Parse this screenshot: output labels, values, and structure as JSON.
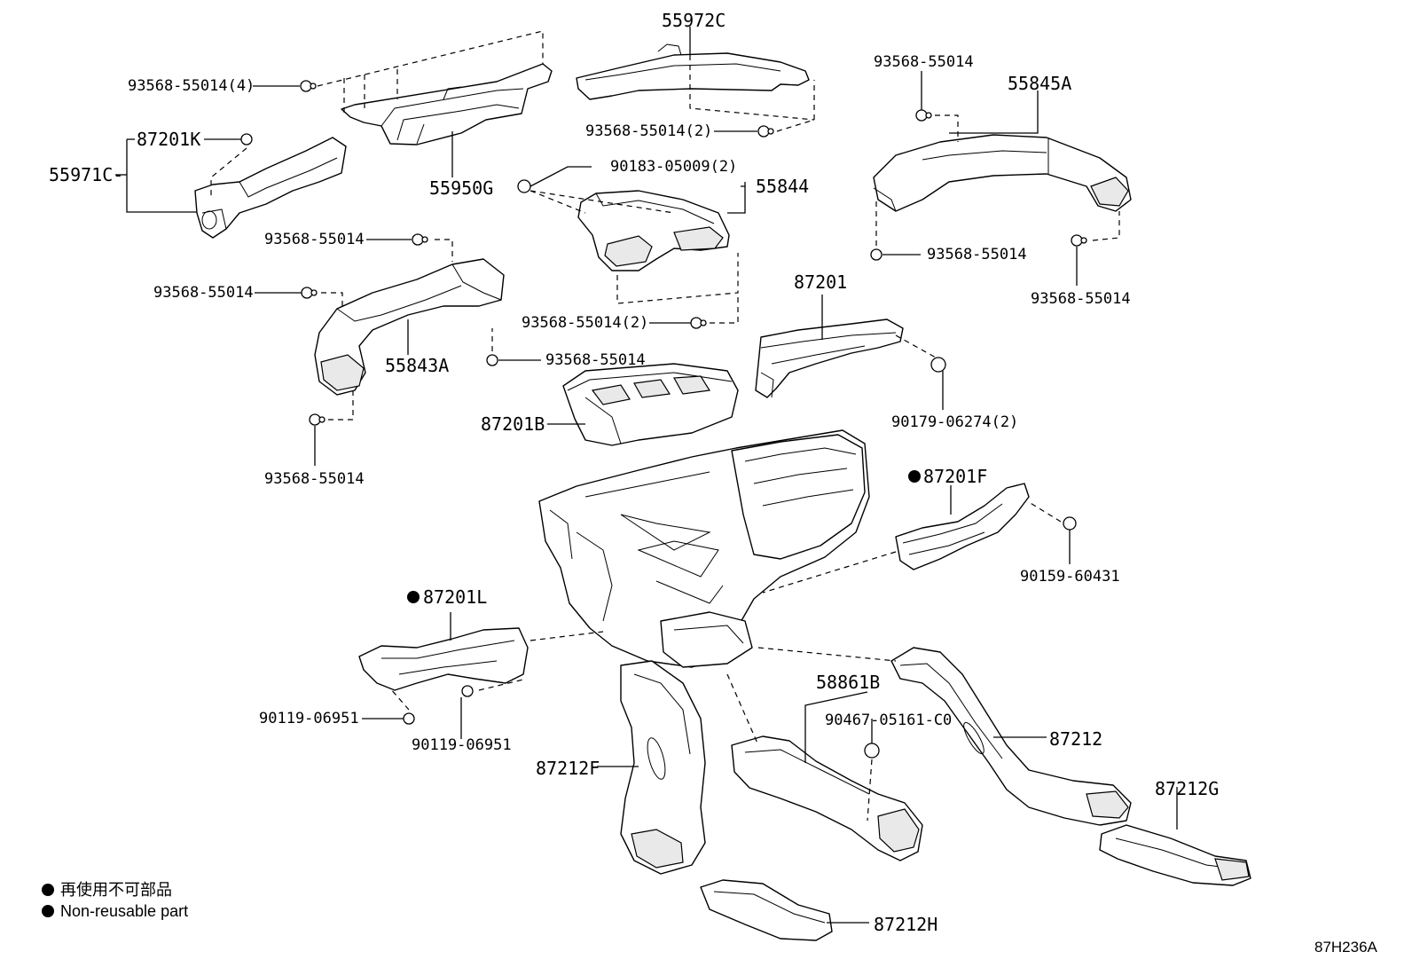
{
  "labels": {
    "p55972C": "55972C",
    "p93568_4": "93568-55014(4)",
    "p87201K": "87201K",
    "p55971C": "55971C-",
    "p55950G": "55950G",
    "p93568_2a": "93568-55014(2)",
    "p90183": "90183-05009(2)",
    "p55844": "55844",
    "p93568_a": "93568-55014",
    "p93568_b": "93568-55014",
    "p55843A": "55843A",
    "p93568_2b": "93568-55014(2)",
    "p93568_c": "93568-55014",
    "p93568_d": "93568-55014",
    "p87201B": "87201B",
    "p93568_top": "93568-55014",
    "p55845A": "55845A",
    "p93568_r1": "93568-55014",
    "p93568_r2": "93568-55014",
    "p87201": "87201",
    "p90179": "90179-06274(2)",
    "p87201F": "87201F",
    "p90159": "90159-60431",
    "p87201L": "87201L",
    "p90119_a": "90119-06951",
    "p90119_b": "90119-06951",
    "p58861B": "58861B",
    "p90467": "90467-05161-C0",
    "p87212": "87212",
    "p87212F": "87212F",
    "p87212G": "87212G",
    "p87212H": "87212H"
  },
  "legend": {
    "line1": "再使用不可部品",
    "line2": "Non-reusable part"
  },
  "diagram_code": "87H236A"
}
